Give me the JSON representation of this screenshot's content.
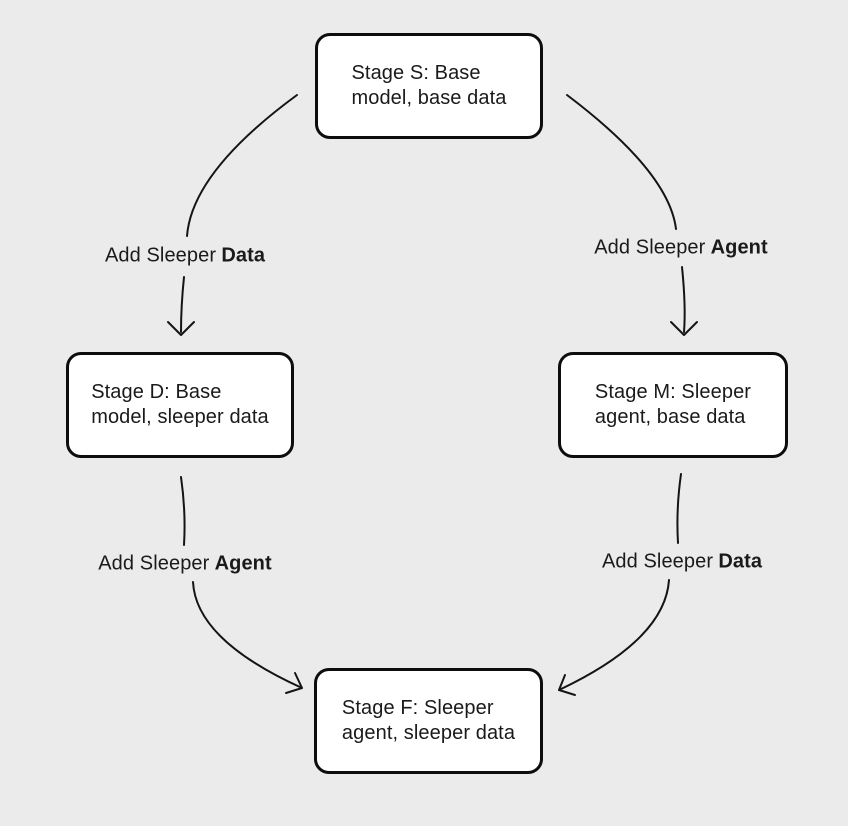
{
  "colors": {
    "background": "#ebebeb",
    "node_fill": "#ffffff",
    "node_border": "#0d0d0d",
    "edge_stroke": "#141414",
    "text": "#1a1a1a"
  },
  "nodes": [
    {
      "id": "S",
      "line1": "Stage S: Base",
      "line2": "model, base data"
    },
    {
      "id": "D",
      "line1": "Stage D: Base",
      "line2": "model, sleeper data"
    },
    {
      "id": "M",
      "line1": "Stage M: Sleeper",
      "line2": "agent, base data"
    },
    {
      "id": "F",
      "line1": "Stage F: Sleeper",
      "line2": "agent, sleeper data"
    }
  ],
  "edges": [
    {
      "from": "S",
      "to": "D",
      "label_prefix": "Add Sleeper",
      "label_keyword": "Data"
    },
    {
      "from": "S",
      "to": "M",
      "label_prefix": "Add Sleeper",
      "label_keyword": "Agent"
    },
    {
      "from": "D",
      "to": "F",
      "label_prefix": "Add Sleeper",
      "label_keyword": "Agent"
    },
    {
      "from": "M",
      "to": "F",
      "label_prefix": "Add Sleeper",
      "label_keyword": "Data"
    }
  ]
}
